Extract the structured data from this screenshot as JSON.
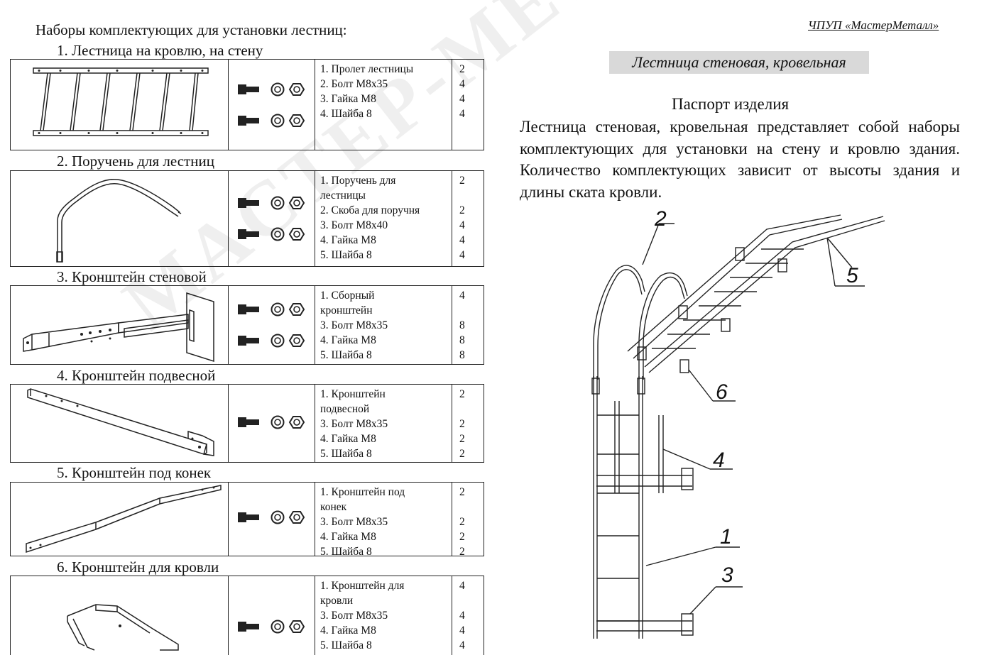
{
  "header": {
    "main_title": "Наборы комплектующих для установки лестниц:",
    "company": "ЧПУП «МастерМеталл»",
    "product_name": "Лестница стеновая, кровельная",
    "passport_title": "Паспорт изделия",
    "description": "Лестница стеновая, кровельная представляет собой наборы комплектующих для установки на стену и кровлю здания. Количество комплектующих зависит от высоты здания и длины ската кровли."
  },
  "watermark": "MACTEP-METAЛЛ",
  "kits": [
    {
      "title": "1. Лестница на кровлю, на стену",
      "icon": "ladder-span-drawing",
      "items": [
        {
          "name": "1. Пролет лестницы",
          "qty": "2"
        },
        {
          "name": "2. Болт М8х35",
          "qty": "4"
        },
        {
          "name": "3. Гайка М8",
          "qty": "4"
        },
        {
          "name": "4. Шайба 8",
          "qty": "4"
        }
      ]
    },
    {
      "title": "2. Поручень для лестниц",
      "icon": "handrail-drawing",
      "items": [
        {
          "name": "1. Поручень для",
          "qty": "2"
        },
        {
          "name": "лестницы",
          "qty": ""
        },
        {
          "name": "2. Скоба для поручня",
          "qty": "2"
        },
        {
          "name": "3. Болт М8х40",
          "qty": "4"
        },
        {
          "name": "4. Гайка М8",
          "qty": "4"
        },
        {
          "name": "5. Шайба 8",
          "qty": "4"
        }
      ]
    },
    {
      "title": "3. Кронштейн стеновой",
      "icon": "wall-bracket-drawing",
      "items": [
        {
          "name": "1. Сборный",
          "qty": "4"
        },
        {
          "name": "кронштейн",
          "qty": ""
        },
        {
          "name": "3. Болт М8х35",
          "qty": "8"
        },
        {
          "name": "4. Гайка М8",
          "qty": "8"
        },
        {
          "name": "5. Шайба 8",
          "qty": "8"
        }
      ]
    },
    {
      "title": "4. Кронштейн подвесной",
      "icon": "hanging-bracket-drawing",
      "items": [
        {
          "name": "1. Кронштейн",
          "qty": "2"
        },
        {
          "name": "подвесной",
          "qty": ""
        },
        {
          "name": "3. Болт М8х35",
          "qty": "2"
        },
        {
          "name": "4. Гайка М8",
          "qty": "2"
        },
        {
          "name": "5. Шайба 8",
          "qty": "2"
        }
      ]
    },
    {
      "title": "5. Кронштейн под конек",
      "icon": "ridge-bracket-drawing",
      "items": [
        {
          "name": "1. Кронштейн под",
          "qty": "2"
        },
        {
          "name": "конек",
          "qty": ""
        },
        {
          "name": "3. Болт М8х35",
          "qty": "2"
        },
        {
          "name": "4. Гайка М8",
          "qty": "2"
        },
        {
          "name": "5. Шайба 8",
          "qty": "2"
        }
      ]
    },
    {
      "title": "6. Кронштейн для кровли",
      "icon": "roof-bracket-drawing",
      "items": [
        {
          "name": "1. Кронштейн для",
          "qty": "4"
        },
        {
          "name": "кровли",
          "qty": ""
        },
        {
          "name": "3. Болт М8х35",
          "qty": "4"
        },
        {
          "name": "4. Гайка М8",
          "qty": "4"
        },
        {
          "name": "5. Шайба 8",
          "qty": "4"
        }
      ]
    }
  ],
  "assembly": {
    "icon": "ladder-assembly-drawing",
    "callouts": [
      "1",
      "2",
      "3",
      "4",
      "5",
      "6"
    ]
  }
}
